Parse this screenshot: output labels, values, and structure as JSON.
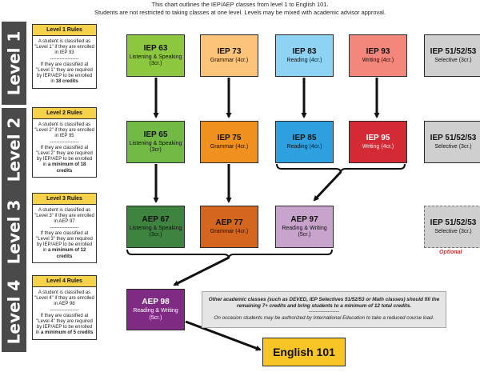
{
  "intro": {
    "line1": "This chart outlines the IEP/AEP classes from level 1 to English 101.",
    "line2": "Students are not restricted to taking classes at one level. Levels may be mixed with academic advisor approval."
  },
  "levels": [
    {
      "label": "Level 1"
    },
    {
      "label": "Level 2"
    },
    {
      "label": "Level 3"
    },
    {
      "label": "Level 4"
    }
  ],
  "rules": [
    {
      "title": "Level 1 Rules",
      "text1": "A student is classified as \"Level 1\" if they are enrolled in IEP 93",
      "sep": "------------------",
      "text2": "If they are classified at \"Level 1\" they are required by IEP/AEP to be enrolled in",
      "bold": "18 credits"
    },
    {
      "title": "Level 2 Rules",
      "text1": "A student is classified as \"Level 2\" if they are enrolled in IEP 95",
      "sep": "------------------",
      "text2": "If they are classified at \"Level 2\" they are required by IEP/AEP to be enrolled in",
      "bold": "a minimum of 18 credits"
    },
    {
      "title": "Level 3 Rules",
      "text1": "A student is classified as \"Level 3\" if they are enrolled in AEP 97",
      "sep": "------------------",
      "text2": "If they are classified at \"Level 3\" they are required by IEP/AEP to be enrolled in",
      "bold": "a minimum of 12 credits"
    },
    {
      "title": "Level 4 Rules",
      "text1": "A student is classified as \"Level 4\" if they are enrolled in AEP 98",
      "sep": "------------------",
      "text2": "If they are classified at \"Level 4\" they are required by IEP/AEP to be enrolled in",
      "bold": "a minimum of 5 credits"
    }
  ],
  "courses": {
    "iep63": {
      "code": "IEP 63",
      "sub": "Listening & Speaking (3cr.)",
      "color": "#8dc63f"
    },
    "iep73": {
      "code": "IEP 73",
      "sub": "Grammar (4cr.)",
      "color": "#fcc47a"
    },
    "iep83": {
      "code": "IEP 83",
      "sub": "Reading (4cr.)",
      "color": "#8ed3f4"
    },
    "iep93": {
      "code": "IEP 93",
      "sub": "Writing (4cr.)",
      "color": "#f4877b"
    },
    "sel1": {
      "code": "IEP 51/52/53",
      "sub": "Selective (3cr.)",
      "color": "#cfcfcf"
    },
    "iep65": {
      "code": "IEP 65",
      "sub": "Listening & Speaking (3cr)",
      "color": "#72b946"
    },
    "iep75": {
      "code": "IEP 75",
      "sub": "Grammar (4cr.)",
      "color": "#f0901f"
    },
    "iep85": {
      "code": "IEP 85",
      "sub": "Reading (4cr.)",
      "color": "#2ea0df"
    },
    "iep95": {
      "code": "IEP 95",
      "sub": "Writing (4cr.)",
      "color": "#d42a35"
    },
    "sel2": {
      "code": "IEP 51/52/53",
      "sub": "Selective (3cr.)",
      "color": "#cfcfcf"
    },
    "aep67": {
      "code": "AEP 67",
      "sub": "Listening & Speaking (3cr.)",
      "color": "#3f8340"
    },
    "aep77": {
      "code": "AEP 77",
      "sub": "Grammar (4cr.)",
      "color": "#d4661f"
    },
    "aep97": {
      "code": "AEP 97",
      "sub": "Reading & Writing (5cr.)",
      "color": "#c8a4cc"
    },
    "sel3": {
      "code": "IEP 51/52/53",
      "sub": "Selective (3cr.)",
      "color": "#cfcfcf"
    },
    "aep98": {
      "code": "AEP 98",
      "sub": "Reading & Writing (5cr.)",
      "color": "#7f2b84"
    }
  },
  "optional": "Optional",
  "note": {
    "strong": "Other academic classes (such as DEVED, IEP Selectives 51/52/53  or Math classes) should fill the remaining 7+ credits and bring students to a minimum of 12 total credits.",
    "sep": "------------------",
    "text": "On occasion students may be authorized by International Education to take a reduced course load."
  },
  "english": "English 101"
}
